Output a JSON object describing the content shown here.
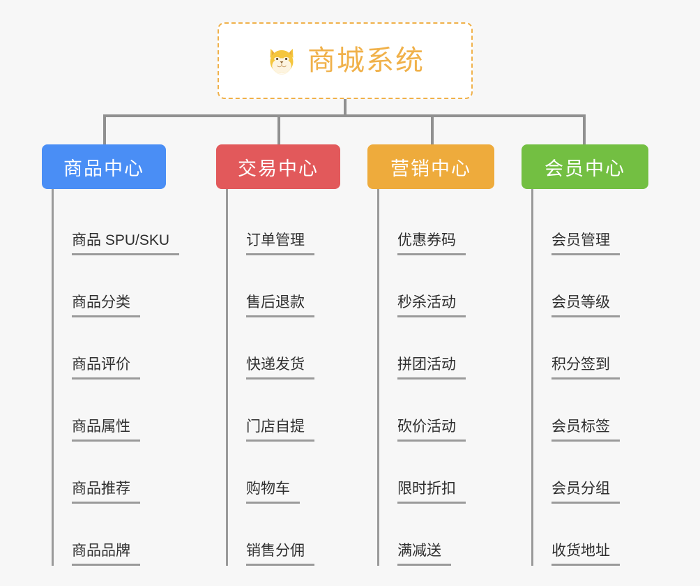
{
  "page": {
    "background_color": "#f7f7f7",
    "line_color": "#909090"
  },
  "root": {
    "title": "商城系统",
    "icon": "shiba-dog-icon",
    "text_color": "#f0b14a",
    "border_color": "#f0b14a",
    "background_color": "#ffffff"
  },
  "branches": [
    {
      "title": "商品中心",
      "color": "#4a8ef5",
      "items": [
        "商品 SPU/SKU",
        "商品分类",
        "商品评价",
        "商品属性",
        "商品推荐",
        "商品品牌"
      ]
    },
    {
      "title": "交易中心",
      "color": "#e2595b",
      "items": [
        "订单管理",
        "售后退款",
        "快递发货",
        "门店自提",
        "购物车",
        "销售分佣"
      ]
    },
    {
      "title": "营销中心",
      "color": "#eeab3c",
      "items": [
        "优惠券码",
        "秒杀活动",
        "拼团活动",
        "砍价活动",
        "限时折扣",
        "满减送"
      ]
    },
    {
      "title": "会员中心",
      "color": "#73bf42",
      "items": [
        "会员管理",
        "会员等级",
        "积分签到",
        "会员标签",
        "会员分组",
        "收货地址"
      ]
    }
  ]
}
